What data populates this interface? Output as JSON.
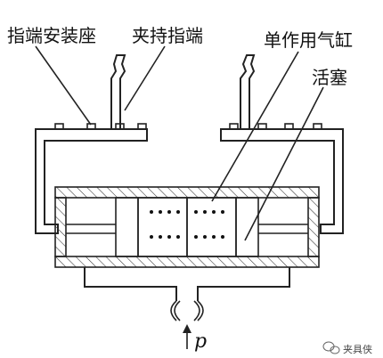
{
  "labels": {
    "finger_seat": "指端安装座",
    "clamp_finger": "夹持指端",
    "single_cylinder": "单作用气缸",
    "piston": "活塞",
    "pressure": "p"
  },
  "watermark": {
    "text": "夹具侠",
    "icon": "wechat-icon"
  }
}
